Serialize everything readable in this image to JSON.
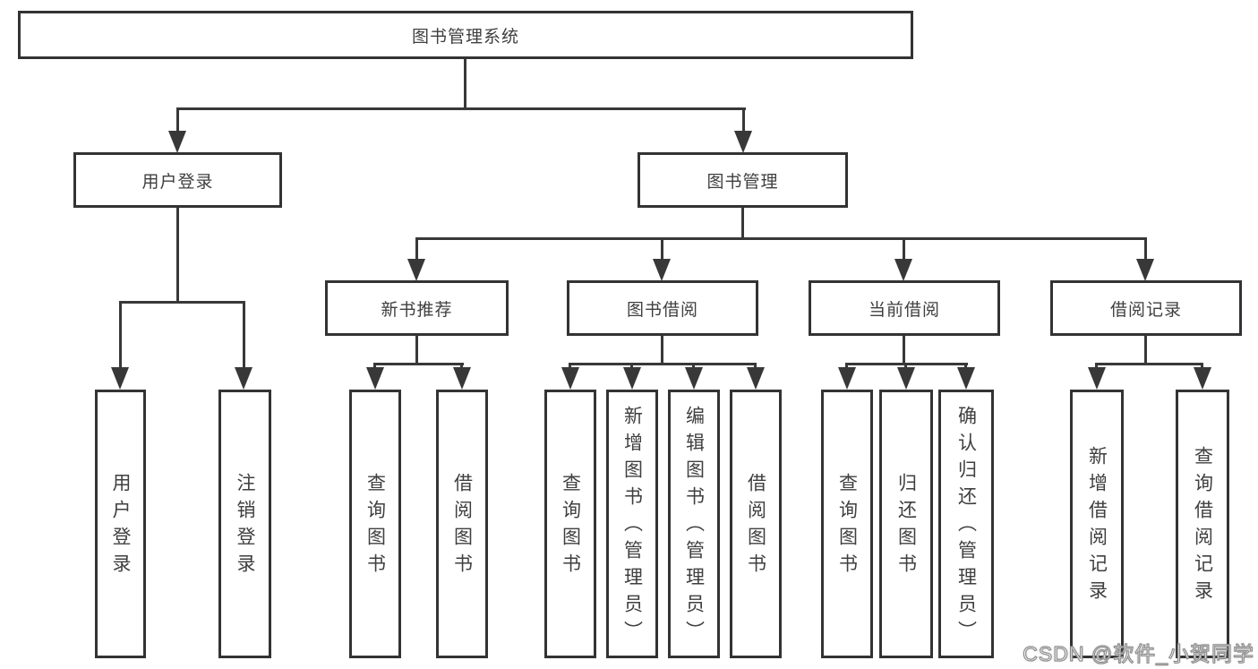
{
  "colors": {
    "line": "#383838",
    "box_border": "#333333",
    "text": "#3f3f3f",
    "background": "#ffffff",
    "watermark_text": "#ffffff",
    "watermark_outline": "#8f8f8f"
  },
  "root": {
    "label": "图书管理系统"
  },
  "level2": [
    {
      "label": "用户登录"
    },
    {
      "label": "图书管理"
    }
  ],
  "level3": [
    {
      "label": "新书推荐"
    },
    {
      "label": "图书借阅"
    },
    {
      "label": "当前借阅"
    },
    {
      "label": "借阅记录"
    }
  ],
  "leaves": {
    "user_login": [
      "用户登录",
      "注销登录"
    ],
    "new_books": [
      "查询图书",
      "借阅图书"
    ],
    "book_borrow": [
      "查询图书",
      "新增图书（管理员）",
      "编辑图书（管理员）",
      "借阅图书"
    ],
    "current_borrow": [
      "查询图书",
      "归还图书",
      "确认归还（管理员）"
    ],
    "borrow_records": [
      "新增借阅记录",
      "查询借阅记录"
    ]
  },
  "watermark": "CSDN @软件_小贺同学"
}
